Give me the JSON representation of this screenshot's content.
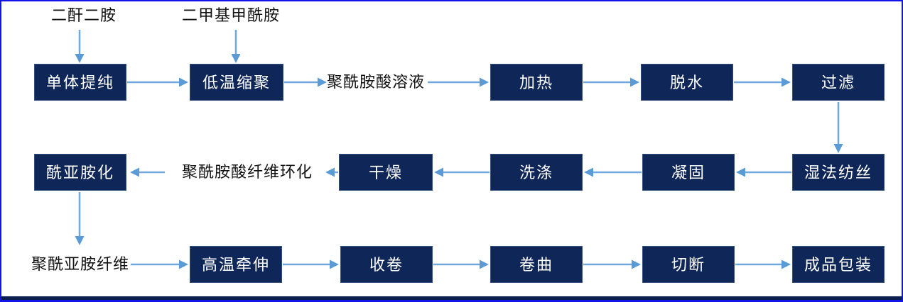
{
  "palette": {
    "box_fill": "#0f2658",
    "box_text": "#ffffff",
    "arrow_line": "#71a7dc",
    "arrow_head": "#5b9bd5",
    "label_text": "#111111",
    "frame_border": "#1414e8",
    "bottom_rule": "#0a1f4e"
  },
  "diagram": {
    "type": "process-flowchart",
    "nodes": {
      "dianhydride_diamine": "二酐二胺",
      "dimethylformamide": "二甲基甲酰胺",
      "monomer_purification": "单体提纯",
      "low_temp_polycondensation": "低温缩聚",
      "polyamic_acid_solution": "聚酰胺酸溶液",
      "heating": "加热",
      "dehydration": "脱水",
      "filtration": "过滤",
      "wet_spinning": "湿法纺丝",
      "coagulation": "凝固",
      "washing": "洗涤",
      "drying": "干燥",
      "fiber_cyclization": "聚酰胺酸纤维环化",
      "imidization": "酰亚胺化",
      "polyimide_fiber": "聚酰亚胺纤维",
      "high_temp_stretching": "高温牵伸",
      "winding": "收卷",
      "crimping": "卷曲",
      "cutting": "切断",
      "packaging": "成品包装"
    },
    "edges": [
      {
        "from": "dianhydride_diamine",
        "to": "monomer_purification"
      },
      {
        "from": "dimethylformamide",
        "to": "low_temp_polycondensation"
      },
      {
        "from": "monomer_purification",
        "to": "low_temp_polycondensation"
      },
      {
        "from": "low_temp_polycondensation",
        "to": "polyamic_acid_solution"
      },
      {
        "from": "polyamic_acid_solution",
        "to": "heating"
      },
      {
        "from": "heating",
        "to": "dehydration"
      },
      {
        "from": "dehydration",
        "to": "filtration"
      },
      {
        "from": "filtration",
        "to": "wet_spinning"
      },
      {
        "from": "wet_spinning",
        "to": "coagulation"
      },
      {
        "from": "coagulation",
        "to": "washing"
      },
      {
        "from": "washing",
        "to": "drying"
      },
      {
        "from": "drying",
        "to": "fiber_cyclization"
      },
      {
        "from": "fiber_cyclization",
        "to": "imidization"
      },
      {
        "from": "imidization",
        "to": "polyimide_fiber"
      },
      {
        "from": "polyimide_fiber",
        "to": "high_temp_stretching"
      },
      {
        "from": "high_temp_stretching",
        "to": "winding"
      },
      {
        "from": "winding",
        "to": "crimping"
      },
      {
        "from": "crimping",
        "to": "cutting"
      },
      {
        "from": "cutting",
        "to": "packaging"
      }
    ]
  }
}
